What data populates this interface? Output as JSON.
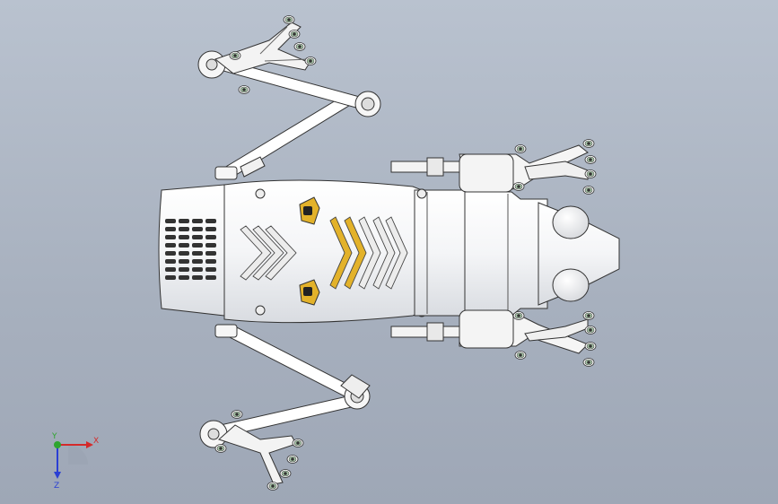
{
  "viewport": {
    "background_top": "#b9c2cf",
    "background_bottom": "#9ea7b6"
  },
  "model": {
    "body_color": "#ffffff",
    "outline_color": "#3a3a3a",
    "accent_color": "#e3b22a",
    "wheel_color": "#9fc3a0"
  },
  "triad": {
    "x_label": "X",
    "y_label": "Y",
    "z_label": "Z",
    "x_color": "#d42a2a",
    "y_color": "#2fa52f",
    "z_color": "#2a3fd4"
  }
}
